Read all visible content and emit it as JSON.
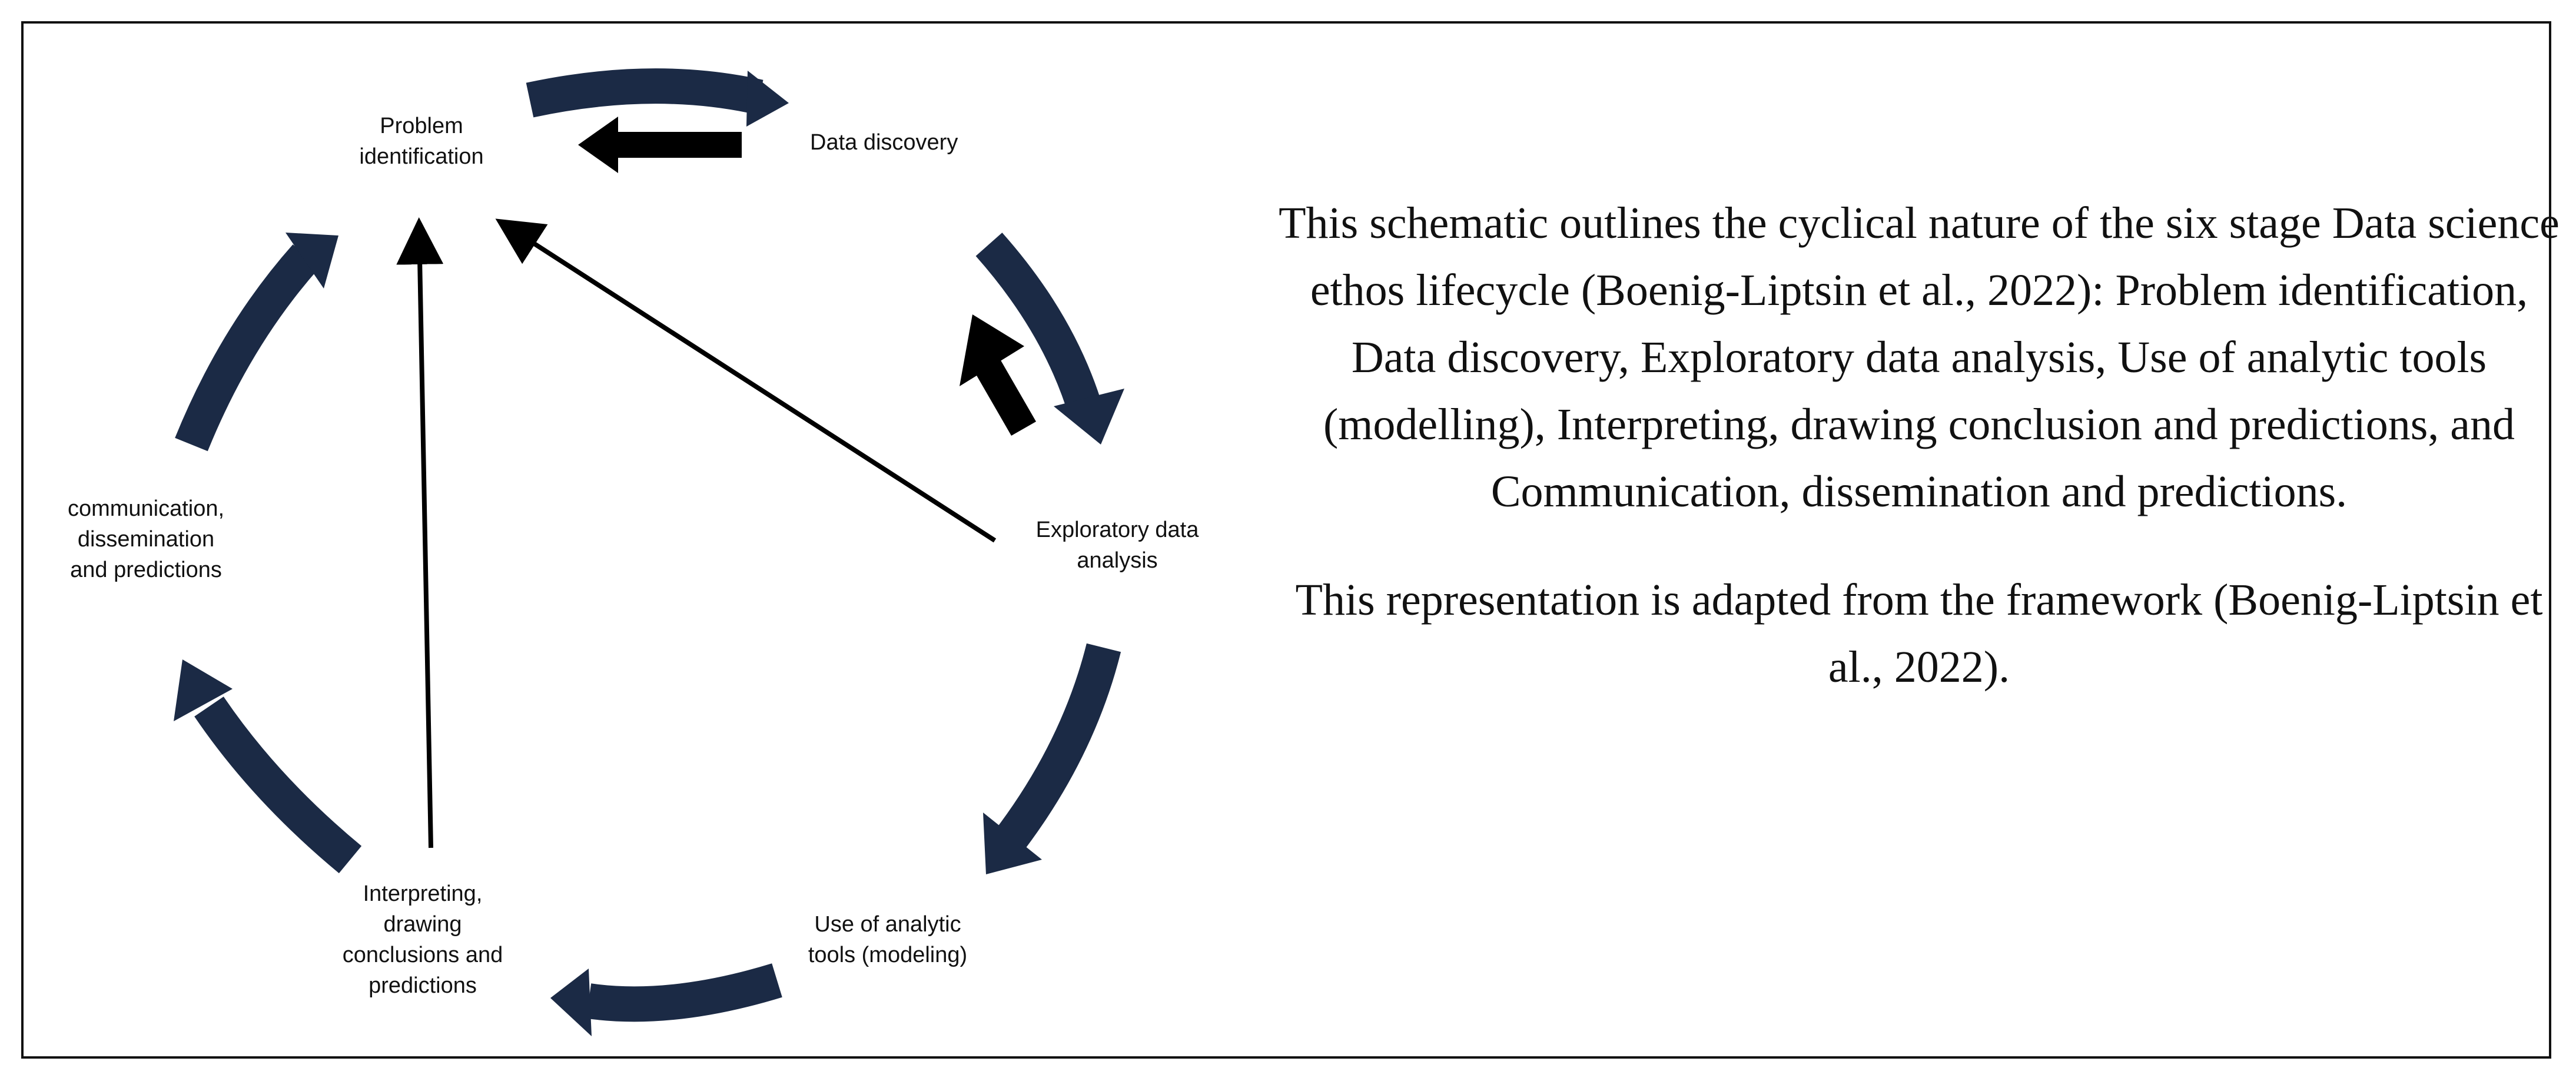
{
  "colors": {
    "cycle_arrow": "#1b2a45",
    "feedback_arrow": "#000000",
    "text": "#111111"
  },
  "stages": {
    "problem_identification": [
      "Problem",
      "identification"
    ],
    "data_discovery": [
      "Data discovery"
    ],
    "exploratory_data_analysis": [
      "Exploratory data",
      "analysis"
    ],
    "use_of_analytic_tools": [
      "Use of analytic",
      "tools (modeling)"
    ],
    "interpreting": [
      "Interpreting,",
      "drawing",
      "conclusions and",
      "predictions"
    ],
    "communication": [
      "communication,",
      "dissemination",
      "and predictions"
    ]
  },
  "description": {
    "paragraph_1": "This schematic outlines the cyclical nature of the six stage Data science ethos lifecycle (Boenig-Liptsin et al., 2022): Problem identification, Data discovery, Exploratory data analysis, Use of analytic tools (modelling), Interpreting, drawing conclusion and predictions, and Communication, dissemination and predictions.",
    "paragraph_2": "This representation is adapted from the framework (Boenig-Liptsin et al., 2022)."
  }
}
